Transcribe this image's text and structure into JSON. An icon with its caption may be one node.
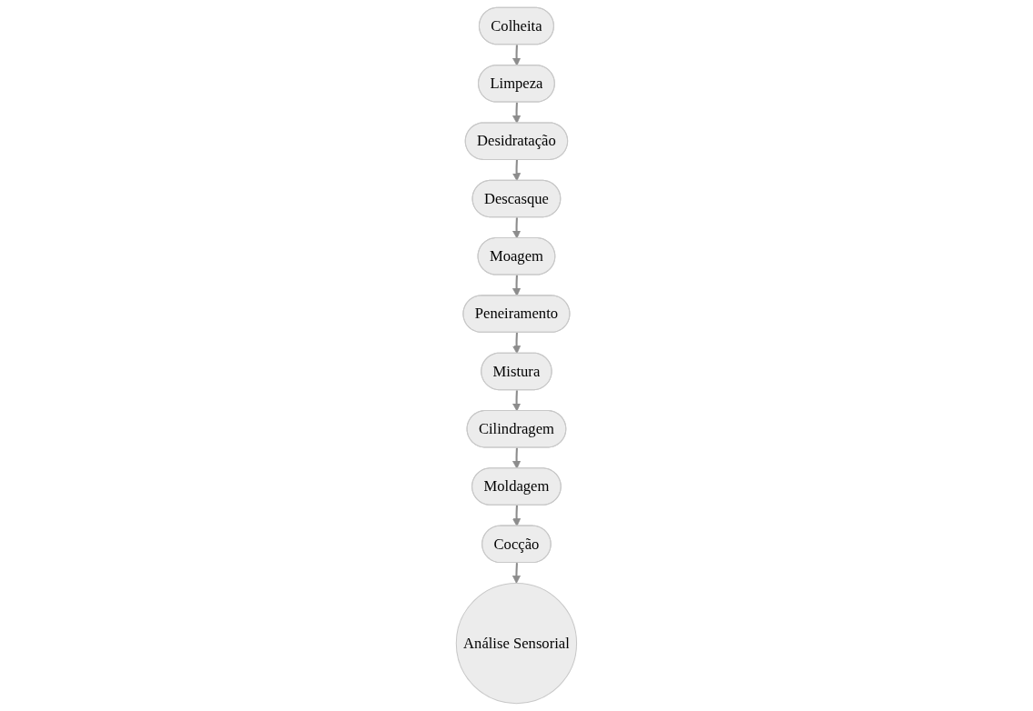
{
  "diagram": {
    "nodes": [
      {
        "text": [
          "Colheita"
        ]
      },
      {
        "text": [
          "Limpeza"
        ]
      },
      {
        "text": [
          "Desidratação"
        ]
      },
      {
        "text": [
          "Descasque"
        ]
      },
      {
        "text": [
          "Moagem"
        ]
      },
      {
        "text": [
          "Peneiramento"
        ]
      },
      {
        "text": [
          "Mistura"
        ]
      },
      {
        "text": [
          "Cilindragem"
        ]
      },
      {
        "text": [
          "Moldagem"
        ]
      },
      {
        "text": [
          "Cocção"
        ]
      },
      {
        "text": [
          "Análise Sensorial"
        ]
      }
    ],
    "edges": [
      {
        "from": 0,
        "to": 1,
        "arrow": "to"
      },
      {
        "from": 1,
        "to": 2,
        "arrow": "to"
      },
      {
        "from": 2,
        "to": 3,
        "arrow": "to"
      },
      {
        "from": 3,
        "to": 4,
        "arrow": "to"
      },
      {
        "from": 4,
        "to": 5,
        "arrow": "to"
      },
      {
        "from": 5,
        "to": 6,
        "arrow": "to"
      },
      {
        "from": 6,
        "to": 7,
        "arrow": "to"
      },
      {
        "from": 7,
        "to": 8,
        "arrow": "to"
      },
      {
        "from": 8,
        "to": 9,
        "arrow": "to"
      },
      {
        "from": 9,
        "to": 10,
        "arrow": "to"
      }
    ]
  }
}
